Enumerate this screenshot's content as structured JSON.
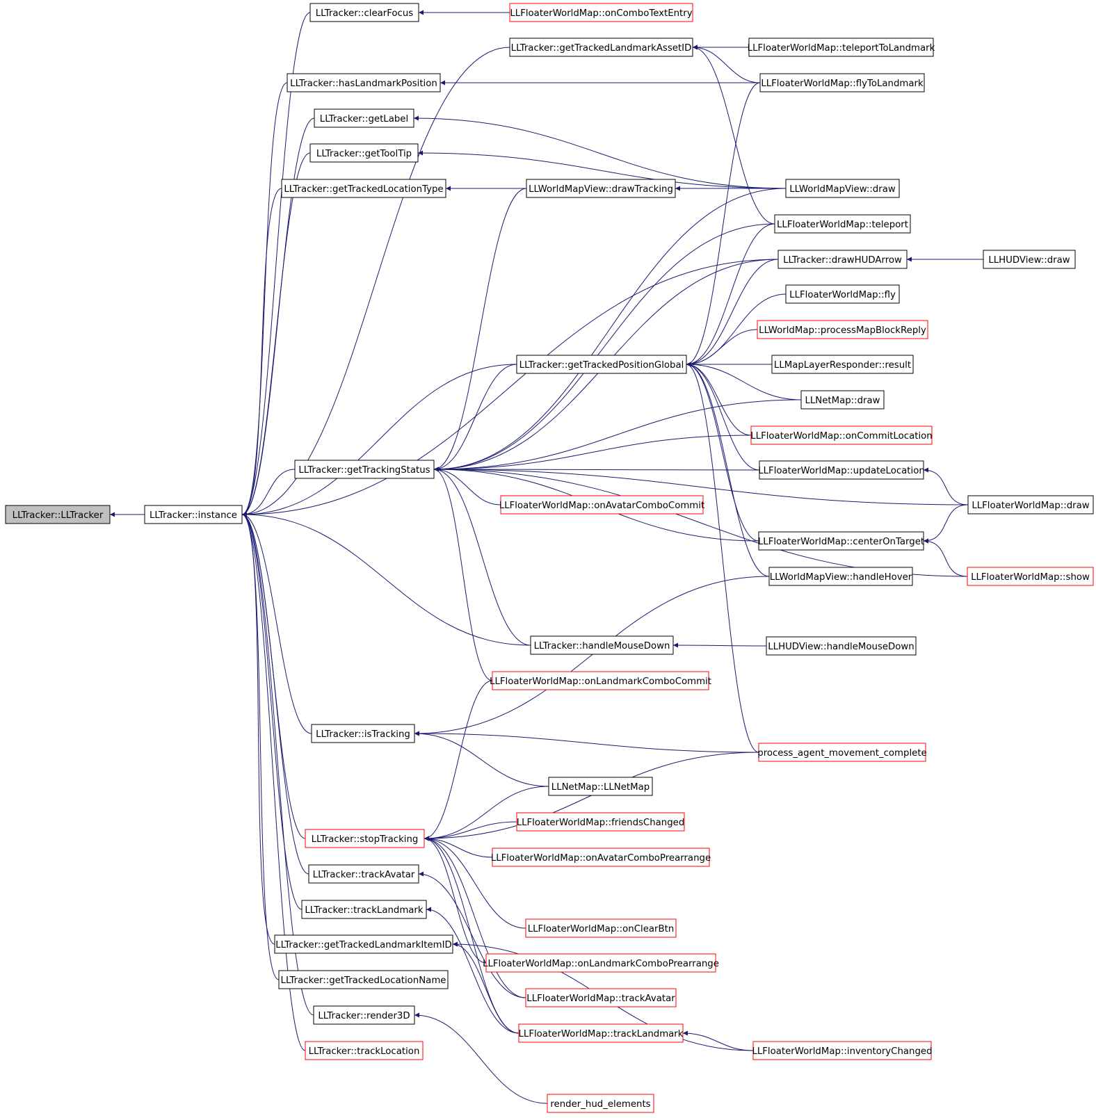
{
  "colors": {
    "edge": "#191970",
    "red_border": "#ff0000",
    "black_border": "#000000",
    "root_fill": "#bfbfbf"
  },
  "nodes": [
    {
      "id": "root",
      "label": "LLTracker::LLTracker",
      "style": "root"
    },
    {
      "id": "instance",
      "label": "LLTracker::instance",
      "style": "black"
    },
    {
      "id": "clearFocus",
      "label": "LLTracker::clearFocus",
      "style": "black"
    },
    {
      "id": "hasLandmarkPosition",
      "label": "LLTracker::hasLandmarkPosition",
      "style": "black"
    },
    {
      "id": "getLabel",
      "label": "LLTracker::getLabel",
      "style": "black"
    },
    {
      "id": "getToolTip",
      "label": "LLTracker::getToolTip",
      "style": "black"
    },
    {
      "id": "getTrackedLocationType",
      "label": "LLTracker::getTrackedLocationType",
      "style": "black"
    },
    {
      "id": "getTrackingStatus",
      "label": "LLTracker::getTrackingStatus",
      "style": "black"
    },
    {
      "id": "isTracking",
      "label": "LLTracker::isTracking",
      "style": "black"
    },
    {
      "id": "stopTracking",
      "label": "LLTracker::stopTracking",
      "style": "red"
    },
    {
      "id": "trackAvatar",
      "label": "LLTracker::trackAvatar",
      "style": "black"
    },
    {
      "id": "trackLandmark",
      "label": "LLTracker::trackLandmark",
      "style": "black"
    },
    {
      "id": "getTrackedLandmarkItemID",
      "label": "LLTracker::getTrackedLandmarkItemID",
      "style": "black"
    },
    {
      "id": "getTrackedLocationName",
      "label": "LLTracker::getTrackedLocationName",
      "style": "black"
    },
    {
      "id": "render3D",
      "label": "LLTracker::render3D",
      "style": "black"
    },
    {
      "id": "trackLocation",
      "label": "LLTracker::trackLocation",
      "style": "red"
    },
    {
      "id": "onComboTextEntry",
      "label": "LLFloaterWorldMap::onComboTextEntry",
      "style": "red"
    },
    {
      "id": "getTrackedLandmarkAssetID",
      "label": "LLTracker::getTrackedLandmarkAssetID",
      "style": "black"
    },
    {
      "id": "drawTracking",
      "label": "LLWorldMapView::drawTracking",
      "style": "black"
    },
    {
      "id": "getTrackedPositionGlobal",
      "label": "LLTracker::getTrackedPositionGlobal",
      "style": "black"
    },
    {
      "id": "onAvatarComboCommit",
      "label": "LLFloaterWorldMap::onAvatarComboCommit",
      "style": "red"
    },
    {
      "id": "handleMouseDown",
      "label": "LLTracker::handleMouseDown",
      "style": "black"
    },
    {
      "id": "onLandmarkComboCommit",
      "label": "LLFloaterWorldMap::onLandmarkComboCommit",
      "style": "red"
    },
    {
      "id": "llnetmapCtor",
      "label": "LLNetMap::LLNetMap",
      "style": "black"
    },
    {
      "id": "friendsChanged",
      "label": "LLFloaterWorldMap::friendsChanged",
      "style": "red"
    },
    {
      "id": "onAvatarComboPrearrange",
      "label": "LLFloaterWorldMap::onAvatarComboPrearrange",
      "style": "red"
    },
    {
      "id": "onClearBtn",
      "label": "LLFloaterWorldMap::onClearBtn",
      "style": "red"
    },
    {
      "id": "onLandmarkComboPrearrange",
      "label": "LLFloaterWorldMap::onLandmarkComboPrearrange",
      "style": "red"
    },
    {
      "id": "fwmTrackAvatar",
      "label": "LLFloaterWorldMap::trackAvatar",
      "style": "red"
    },
    {
      "id": "fwmTrackLandmark",
      "label": "LLFloaterWorldMap::trackLandmark",
      "style": "red"
    },
    {
      "id": "renderHud",
      "label": "render_hud_elements",
      "style": "red"
    },
    {
      "id": "teleportToLandmark",
      "label": "LLFloaterWorldMap::teleportToLandmark",
      "style": "black"
    },
    {
      "id": "flyToLandmark",
      "label": "LLFloaterWorldMap::flyToLandmark",
      "style": "black"
    },
    {
      "id": "wmvDraw",
      "label": "LLWorldMapView::draw",
      "style": "black"
    },
    {
      "id": "teleport",
      "label": "LLFloaterWorldMap::teleport",
      "style": "black"
    },
    {
      "id": "drawHUDArrow",
      "label": "LLTracker::drawHUDArrow",
      "style": "black"
    },
    {
      "id": "fly",
      "label": "LLFloaterWorldMap::fly",
      "style": "black"
    },
    {
      "id": "processMapBlockReply",
      "label": "LLWorldMap::processMapBlockReply",
      "style": "red"
    },
    {
      "id": "mapLayerResult",
      "label": "LLMapLayerResponder::result",
      "style": "black"
    },
    {
      "id": "netmapDraw",
      "label": "LLNetMap::draw",
      "style": "black"
    },
    {
      "id": "onCommitLocation",
      "label": "LLFloaterWorldMap::onCommitLocation",
      "style": "red"
    },
    {
      "id": "updateLocation",
      "label": "LLFloaterWorldMap::updateLocation",
      "style": "black"
    },
    {
      "id": "centerOnTarget",
      "label": "LLFloaterWorldMap::centerOnTarget",
      "style": "black"
    },
    {
      "id": "handleHover",
      "label": "LLWorldMapView::handleHover",
      "style": "black"
    },
    {
      "id": "hudHandleMouseDown",
      "label": "LLHUDView::handleMouseDown",
      "style": "black"
    },
    {
      "id": "processAgentMovement",
      "label": "process_agent_movement_complete",
      "style": "red"
    },
    {
      "id": "inventoryChanged",
      "label": "LLFloaterWorldMap::inventoryChanged",
      "style": "red"
    },
    {
      "id": "hudDraw",
      "label": "LLHUDView::draw",
      "style": "black"
    },
    {
      "id": "fwmDraw",
      "label": "LLFloaterWorldMap::draw",
      "style": "black"
    },
    {
      "id": "fwmShow",
      "label": "LLFloaterWorldMap::show",
      "style": "red"
    }
  ],
  "edges": [
    [
      "instance",
      "root"
    ],
    [
      "clearFocus",
      "instance"
    ],
    [
      "getTrackedLandmarkAssetID",
      "instance"
    ],
    [
      "hasLandmarkPosition",
      "instance"
    ],
    [
      "getLabel",
      "instance"
    ],
    [
      "getToolTip",
      "instance"
    ],
    [
      "getTrackedLocationType",
      "instance"
    ],
    [
      "getTrackingStatus",
      "instance"
    ],
    [
      "isTracking",
      "instance"
    ],
    [
      "stopTracking",
      "instance"
    ],
    [
      "trackAvatar",
      "instance"
    ],
    [
      "trackLandmark",
      "instance"
    ],
    [
      "getTrackedLandmarkItemID",
      "instance"
    ],
    [
      "getTrackedLocationName",
      "instance"
    ],
    [
      "render3D",
      "instance"
    ],
    [
      "trackLocation",
      "instance"
    ],
    [
      "getTrackedPositionGlobal",
      "instance"
    ],
    [
      "handleMouseDown",
      "instance"
    ],
    [
      "drawHUDArrow",
      "instance"
    ],
    [
      "onComboTextEntry",
      "clearFocus"
    ],
    [
      "teleportToLandmark",
      "getTrackedLandmarkAssetID"
    ],
    [
      "flyToLandmark",
      "getTrackedLandmarkAssetID"
    ],
    [
      "teleport",
      "getTrackedLandmarkAssetID"
    ],
    [
      "flyToLandmark",
      "hasLandmarkPosition"
    ],
    [
      "wmvDraw",
      "getLabel"
    ],
    [
      "wmvDraw",
      "getToolTip"
    ],
    [
      "drawTracking",
      "getTrackedLocationType"
    ],
    [
      "wmvDraw",
      "drawTracking"
    ],
    [
      "flyToLandmark",
      "getTrackedPositionGlobal"
    ],
    [
      "teleport",
      "getTrackedPositionGlobal"
    ],
    [
      "drawHUDArrow",
      "getTrackedPositionGlobal"
    ],
    [
      "fly",
      "getTrackedPositionGlobal"
    ],
    [
      "processMapBlockReply",
      "getTrackedPositionGlobal"
    ],
    [
      "mapLayerResult",
      "getTrackedPositionGlobal"
    ],
    [
      "netmapDraw",
      "getTrackedPositionGlobal"
    ],
    [
      "onCommitLocation",
      "getTrackedPositionGlobal"
    ],
    [
      "updateLocation",
      "getTrackedPositionGlobal"
    ],
    [
      "centerOnTarget",
      "getTrackedPositionGlobal"
    ],
    [
      "handleHover",
      "getTrackedPositionGlobal"
    ],
    [
      "processAgentMovement",
      "getTrackedPositionGlobal"
    ],
    [
      "hudDraw",
      "drawHUDArrow"
    ],
    [
      "drawTracking",
      "getTrackingStatus"
    ],
    [
      "wmvDraw",
      "getTrackingStatus"
    ],
    [
      "teleport",
      "getTrackingStatus"
    ],
    [
      "drawHUDArrow",
      "getTrackingStatus"
    ],
    [
      "getTrackedPositionGlobal",
      "getTrackingStatus"
    ],
    [
      "netmapDraw",
      "getTrackingStatus"
    ],
    [
      "onCommitLocation",
      "getTrackingStatus"
    ],
    [
      "updateLocation",
      "getTrackingStatus"
    ],
    [
      "onAvatarComboCommit",
      "getTrackingStatus"
    ],
    [
      "fwmDraw",
      "getTrackingStatus"
    ],
    [
      "centerOnTarget",
      "getTrackingStatus"
    ],
    [
      "fwmShow",
      "getTrackingStatus"
    ],
    [
      "handleMouseDown",
      "getTrackingStatus"
    ],
    [
      "onLandmarkComboCommit",
      "getTrackingStatus"
    ],
    [
      "fwmDraw",
      "updateLocation"
    ],
    [
      "fwmDraw",
      "centerOnTarget"
    ],
    [
      "fwmShow",
      "centerOnTarget"
    ],
    [
      "hudHandleMouseDown",
      "handleMouseDown"
    ],
    [
      "handleHover",
      "isTracking"
    ],
    [
      "processAgentMovement",
      "isTracking"
    ],
    [
      "llnetmapCtor",
      "isTracking"
    ],
    [
      "llnetmapCtor",
      "stopTracking"
    ],
    [
      "friendsChanged",
      "stopTracking"
    ],
    [
      "onAvatarComboPrearrange",
      "stopTracking"
    ],
    [
      "processAgentMovement",
      "stopTracking"
    ],
    [
      "onClearBtn",
      "stopTracking"
    ],
    [
      "onLandmarkComboPrearrange",
      "stopTracking"
    ],
    [
      "fwmTrackAvatar",
      "stopTracking"
    ],
    [
      "fwmTrackLandmark",
      "stopTracking"
    ],
    [
      "onLandmarkComboCommit",
      "stopTracking"
    ],
    [
      "fwmTrackAvatar",
      "trackAvatar"
    ],
    [
      "fwmTrackLandmark",
      "trackLandmark"
    ],
    [
      "fwmTrackLandmark",
      "getTrackedLandmarkItemID"
    ],
    [
      "inventoryChanged",
      "getTrackedLandmarkItemID"
    ],
    [
      "inventoryChanged",
      "fwmTrackLandmark"
    ],
    [
      "renderHud",
      "render3D"
    ]
  ]
}
